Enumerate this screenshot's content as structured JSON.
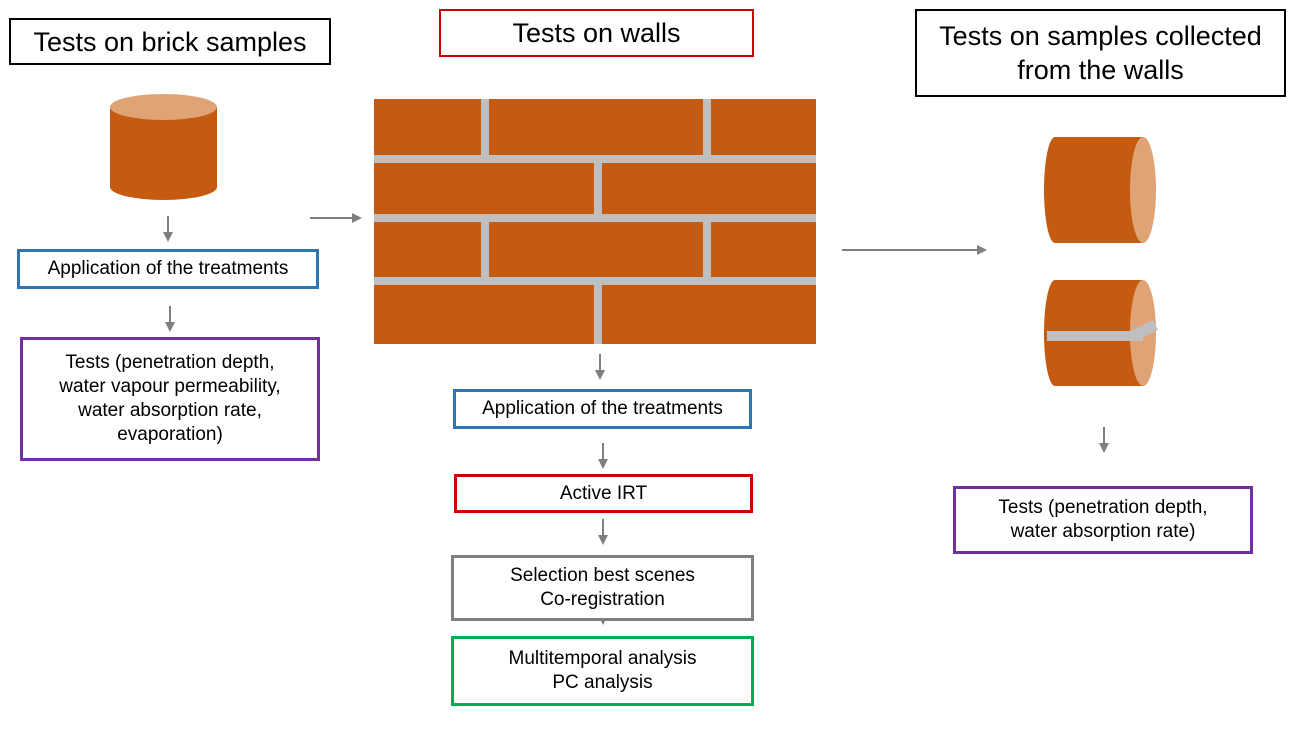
{
  "colors": {
    "black": "#000000",
    "red": "#cc0000",
    "blue": "#2e75b6",
    "purple": "#7030a0",
    "gray": "#7f7f7f",
    "green": "#00b050",
    "brick": "#c55a11",
    "brick_top": "#e0a375",
    "mortar": "#bfbfbf",
    "arrow": "#7f7f7f"
  },
  "left": {
    "title": "Tests on brick samples",
    "steps": [
      {
        "lines": [
          "Application of the treatments"
        ],
        "color": "blue"
      },
      {
        "lines": [
          "Tests (penetration depth,",
          "water vapour permeability,",
          "water absorption rate,",
          "evaporation)"
        ],
        "color": "purple"
      }
    ]
  },
  "center": {
    "title": "Tests on walls",
    "steps": [
      {
        "lines": [
          "Application of the treatments"
        ],
        "color": "blue"
      },
      {
        "lines": [
          "Active IRT"
        ],
        "color": "red"
      },
      {
        "lines": [
          "Selection best scenes",
          "Co-registration"
        ],
        "color": "gray"
      },
      {
        "lines": [
          "Multitemporal analysis",
          "PC analysis"
        ],
        "color": "green"
      }
    ]
  },
  "right": {
    "title_lines": [
      "Tests on samples collected",
      "from the walls"
    ],
    "steps": [
      {
        "lines": [
          "Tests (penetration depth,",
          "water absorption rate)"
        ],
        "color": "purple"
      }
    ]
  },
  "icons": [
    "brick-cylinder-icon",
    "brick-wall-icon",
    "core-sample-icon",
    "core-sample-with-mortar-icon",
    "arrow-icon"
  ]
}
